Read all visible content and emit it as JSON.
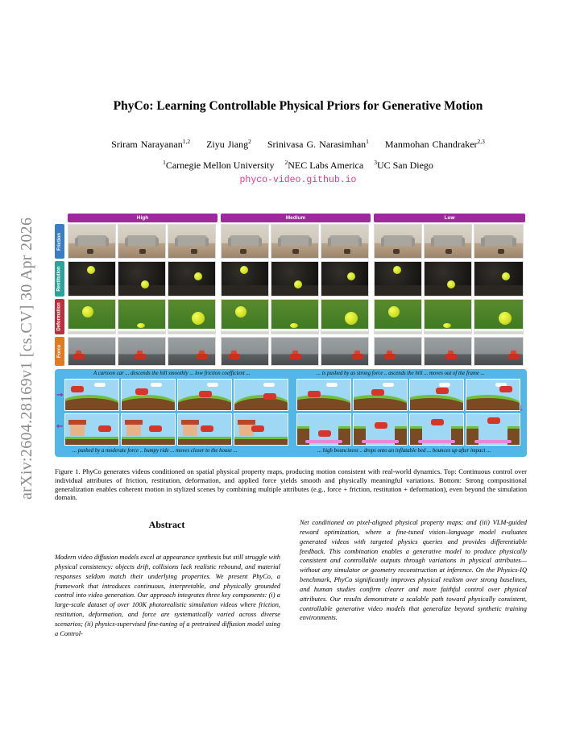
{
  "arxiv_stamp": "arXiv:2604.28169v1  [cs.CV]  30 Apr 2026",
  "title": "PhyCo: Learning Controllable Physical Priors for Generative Motion",
  "authors": [
    {
      "name": "Sriram Narayanan",
      "sup": "1,2"
    },
    {
      "name": "Ziyu Jiang",
      "sup": "2"
    },
    {
      "name": "Srinivasa G. Narasimhan",
      "sup": "1"
    },
    {
      "name": "Manmohan Chandraker",
      "sup": "2,3"
    }
  ],
  "affiliations": [
    {
      "sup": "1",
      "name": "Carnegie Mellon University"
    },
    {
      "sup": "2",
      "name": "NEC Labs America"
    },
    {
      "sup": "3",
      "name": "UC San Diego"
    }
  ],
  "url": "phyco-video.github.io",
  "figure_top": {
    "levels": [
      "High",
      "Medium",
      "Low"
    ],
    "rows": [
      {
        "label": "Friction",
        "color": "#3b7dc4"
      },
      {
        "label": "Restitution",
        "color": "#2aa39a"
      },
      {
        "label": "Deformation",
        "color": "#b8323d"
      },
      {
        "label": "Force",
        "color": "#e07b22"
      }
    ],
    "header_color": "#9c2a9b"
  },
  "figure_bottom": {
    "captions": {
      "top_left": "A cartoon car ... descends the hill smoothly ... low friction coefficient ...",
      "top_right": "... is pushed by as strong force .. ascends the hill ... moves out of the frame ...",
      "bottom_left": "... pushed by a moderate force .. bumpy ride ... moves closer to the house ...",
      "bottom_right": "... high bounciness .. drops onto an inflatable bed ... bounces up after impact ..."
    },
    "panel_color": "#52b6e6"
  },
  "figure_caption": "Figure 1. PhyCo generates videos conditioned on spatial physical property maps, producing motion consistent with real-world dynamics. Top: Continuous control over individual attributes of friction, restitution, deformation, and applied force yields smooth and physically meaningful variations. Bottom: Strong compositional generalization enables coherent motion in stylized scenes by combining multiple attributes (e.g., force + friction, restitution + deformation), even beyond the simulation domain.",
  "abstract": {
    "heading": "Abstract",
    "left": "Modern video diffusion models excel at appearance synthesis but still struggle with physical consistency: objects drift, collisions lack realistic rebound, and material responses seldom match their underlying properties. We present PhyCo, a framework that introduces continuous, interpretable, and physically grounded control into video generation. Our approach integrates three key components: (i) a large-scale dataset of over 100K photorealistic simulation videos where friction, restitution, deformation, and force are systematically varied across diverse scenarios; (ii) physics-supervised fine-tuning of a pretrained diffusion model using a Control-",
    "right": "Net conditioned on pixel-aligned physical property maps; and (iii) VLM-guided reward optimization, where a fine-tuned vision–language model evaluates generated videos with targeted physics queries and provides differentiable feedback. This combination enables a generative model to produce physically consistent and controllable outputs through variations in physical attributes—without any simulator or geometry reconstruction at inference. On the Physics-IQ benchmark, PhyCo significantly improves physical realism over strong baselines, and human studies confirm clearer and more faithful control over physical attributes. Our results demonstrate a scalable path toward physically consistent, controllable generative video models that generalize beyond synthetic training environments."
  }
}
